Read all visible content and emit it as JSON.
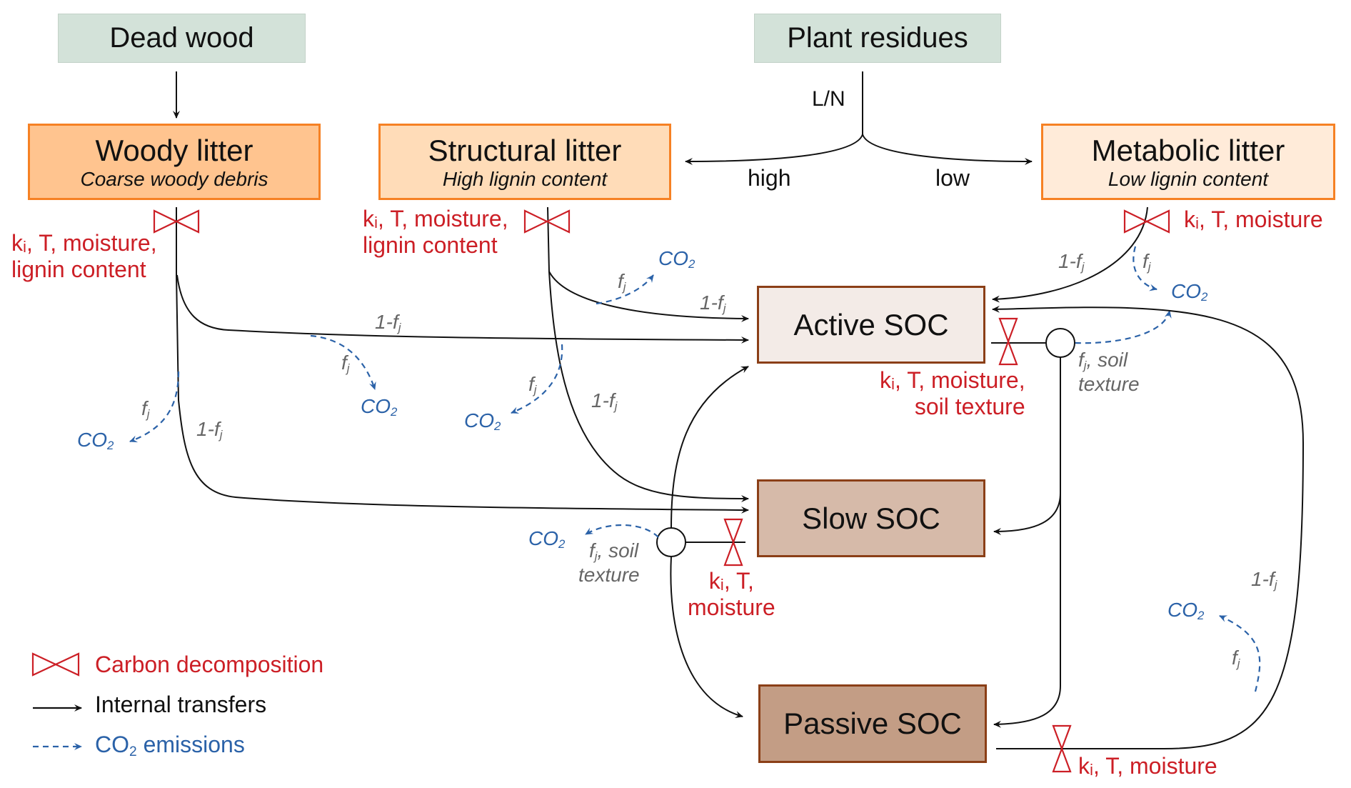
{
  "sources": {
    "dead_wood": "Dead wood",
    "plant_residues": "Plant residues"
  },
  "split": {
    "ratio_label": "L/N",
    "high_label": "high",
    "low_label": "low"
  },
  "litter": {
    "woody": {
      "title": "Woody litter",
      "subtitle": "Coarse woody debris"
    },
    "structural": {
      "title": "Structural litter",
      "subtitle": "High lignin content"
    },
    "metabolic": {
      "title": "Metabolic litter",
      "subtitle": "Low lignin content"
    }
  },
  "soc": {
    "active": "Active SOC",
    "slow": "Slow SOC",
    "passive": "Passive SOC"
  },
  "controls": {
    "woody_line1": "kᵢ, T, moisture,",
    "woody_line2": "lignin content",
    "structural_line1": "kᵢ, T, moisture,",
    "structural_line2": "lignin content",
    "metabolic": "kᵢ, T, moisture",
    "active_line1": "kᵢ, T, moisture,",
    "active_line2": "soil texture",
    "slow_line1": "kᵢ, T,",
    "slow_line2": "moisture",
    "passive": "kᵢ, T, moisture"
  },
  "fractions": {
    "one_minus_f": "1-f",
    "f": "f",
    "sub": "j",
    "soil_suffix": ", soil",
    "texture": "texture"
  },
  "co2": {
    "base": "CO",
    "sub": "2"
  },
  "legend": {
    "decomposition": "Carbon decomposition",
    "transfers": "Internal transfers",
    "emissions_base": "CO",
    "emissions_sub": "2",
    "emissions_rest": " emissions"
  },
  "colors": {
    "decomposition": "#cc1f26",
    "transfer": "#111111",
    "emission": "#2b62a8",
    "litter_border": "#f68124",
    "soc_border": "#8b3f17"
  }
}
